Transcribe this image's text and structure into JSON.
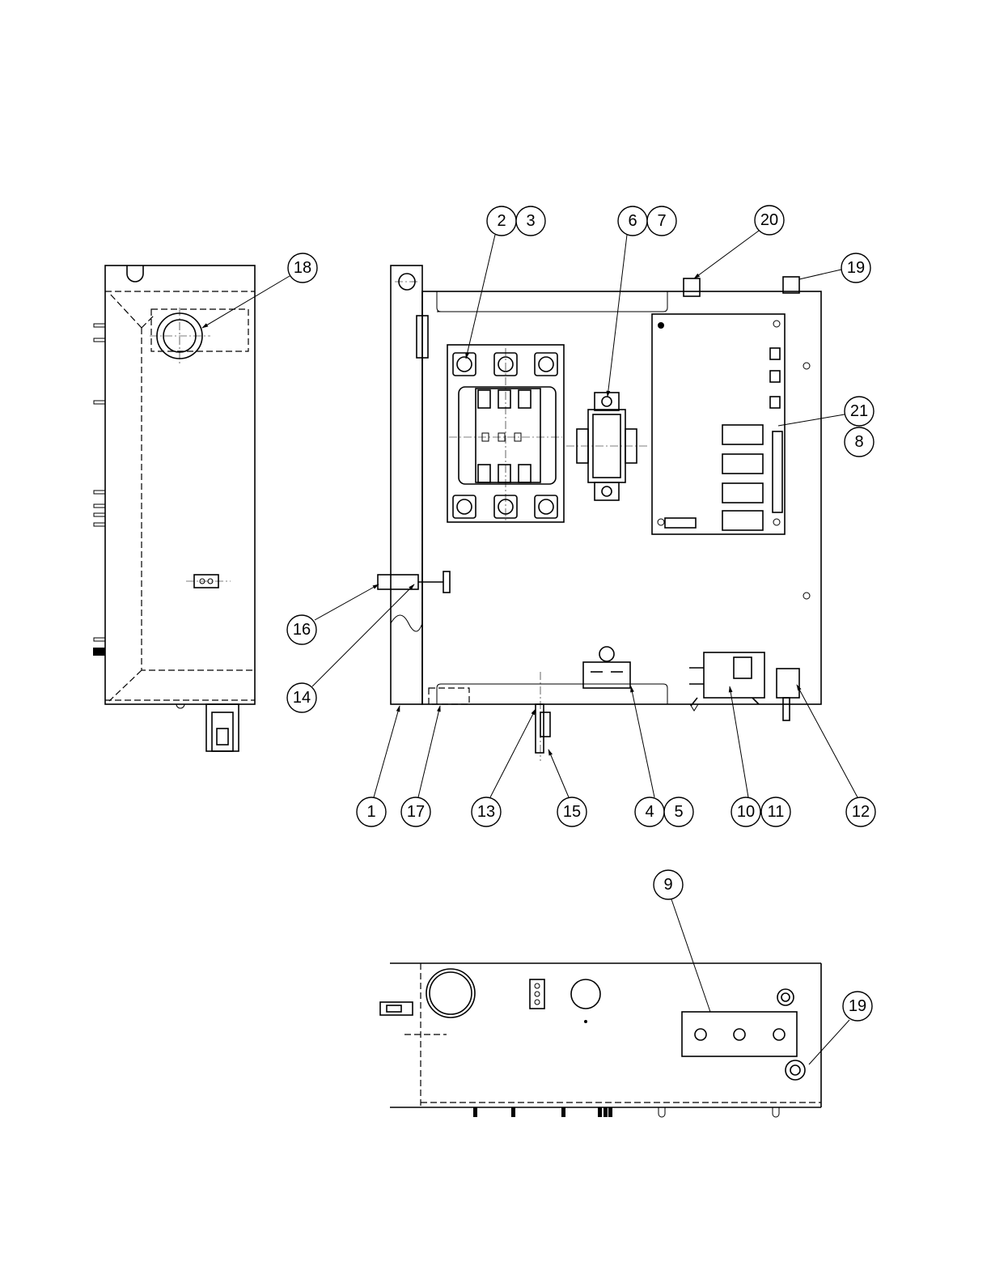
{
  "title": "Control box parts layout",
  "balloons": {
    "b18": "18",
    "b2": "2",
    "b3": "3",
    "b6": "6",
    "b7": "7",
    "b20": "20",
    "b19a": "19",
    "b21": "21",
    "b8": "8",
    "b16": "16",
    "b14": "14",
    "b1": "1",
    "b17": "17",
    "b13": "13",
    "b15": "15",
    "b4": "4",
    "b5": "5",
    "b10": "10",
    "b11": "11",
    "b12": "12",
    "b9": "9",
    "b19b": "19"
  }
}
